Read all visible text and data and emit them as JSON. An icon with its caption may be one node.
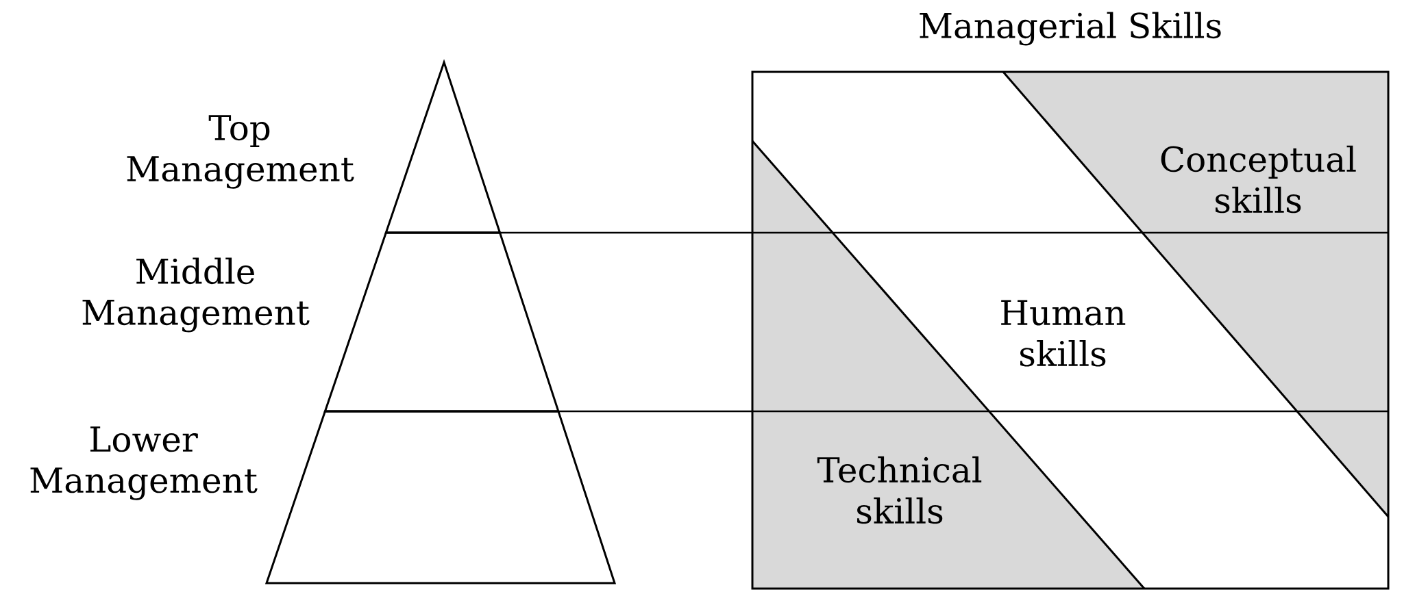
{
  "diagram": {
    "title": "Managerial Skills",
    "nodes": [
      {
        "text": [],
        "shape": "triangle",
        "beside": [
          "Top Management"
        ]
      },
      {
        "text": [],
        "shape": "trapezoid",
        "beside": [
          "Middle Management"
        ]
      },
      {
        "text": [],
        "shape": "trapezoid",
        "beside": [
          "Lower Management"
        ]
      },
      {
        "text": [
          "Conceptual skills"
        ]
      },
      {
        "text": [
          "Human skills"
        ]
      },
      {
        "text": [
          "Technical skills"
        ]
      }
    ]
  }
}
